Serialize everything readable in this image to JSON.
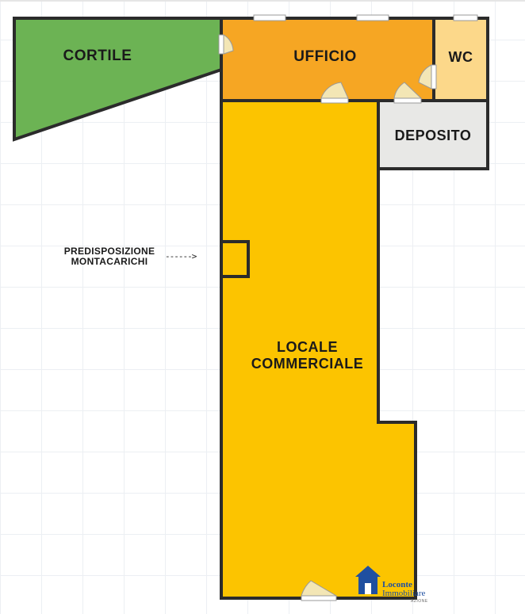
{
  "rooms": {
    "cortile": "CORTILE",
    "ufficio": "UFFICIO",
    "wc": "WC",
    "deposito": "DEPOSITO",
    "locale_line1": "LOCALE",
    "locale_line2": "COMMERCIALE"
  },
  "annotations": {
    "montacarichi_line1": "PREDISPOSIZIONE",
    "montacarichi_line2": "MONTACARICHI",
    "arrow": "------>"
  },
  "logo": {
    "name": "Loconte",
    "subtitle": "Immobiliare",
    "tagline": "AZIONE",
    "icon": "house-icon"
  },
  "colors": {
    "cortile": "#6cb354",
    "ufficio": "#f6a623",
    "wc": "#fcd88a",
    "deposito": "#e8e8e6",
    "locale": "#fcc400",
    "wall": "#2b2b2b",
    "logo": "#1f4fa0"
  }
}
